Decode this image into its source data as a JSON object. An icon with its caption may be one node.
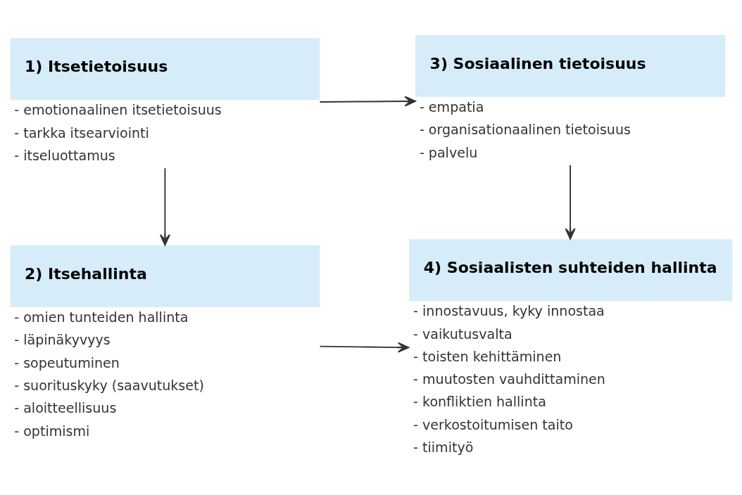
{
  "diagram": {
    "nodes": [
      {
        "text": [
          "1) Itsetietoisuus"
        ],
        "beside": [
          "- emotionaalinen itsetietoisuus",
          "- tarkka itsearviointi",
          "- itseluottamus"
        ]
      },
      {
        "text": [
          "3) Sosiaalinen tietoisuus"
        ],
        "beside": [
          "- empatia",
          "- organisationaalinen tietoisuus",
          "- palvelu"
        ]
      },
      {
        "text": [
          "2) Itsehallinta"
        ],
        "beside": [
          "- omien tunteiden hallinta",
          "- läpinäkyvyys",
          "- sopeutuminen",
          "- suorituskyky (saavutukset)",
          "- aloitteellisuus",
          "- optimismi"
        ]
      },
      {
        "text": [
          "4) Sosiaalisten suhteiden hallinta"
        ],
        "beside": [
          "- innostavuus, kyky innostaa",
          "- vaikutusvalta",
          "- toisten kehittäminen",
          "- muutosten vauhdittaminen",
          "- konfliktien hallinta",
          "- verkostoitumisen taito",
          "- tiimityö"
        ]
      }
    ],
    "edges": [
      {
        "from": 0,
        "to": 1,
        "arrow": "to"
      },
      {
        "from": 0,
        "to": 2,
        "arrow": "to"
      },
      {
        "from": 1,
        "to": 3,
        "arrow": "to"
      },
      {
        "from": 2,
        "to": 3,
        "arrow": "to"
      }
    ]
  }
}
